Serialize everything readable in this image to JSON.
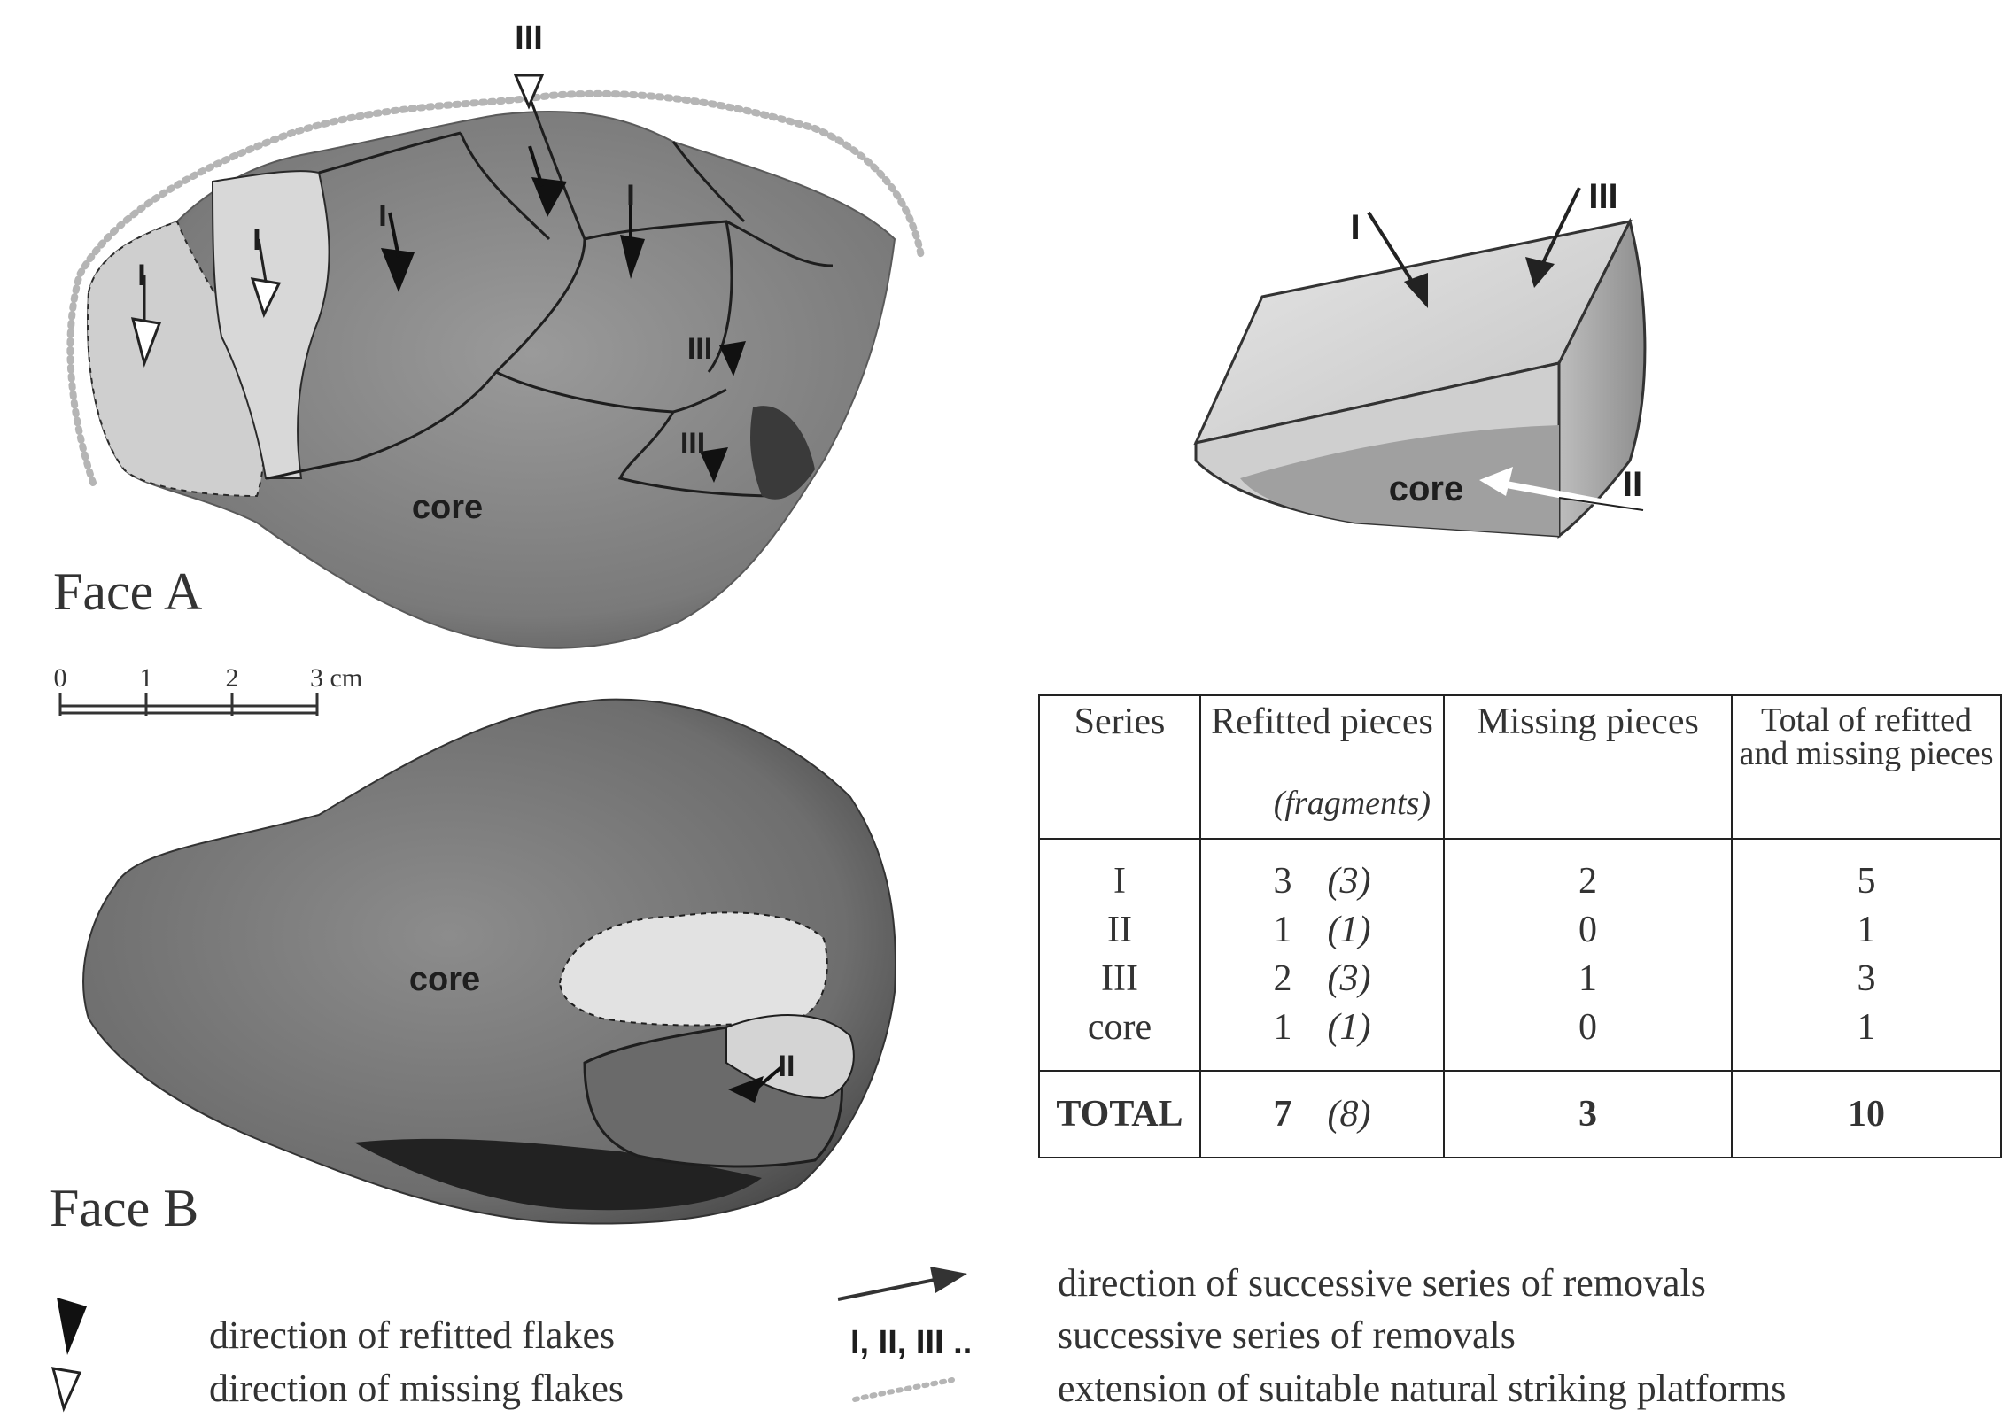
{
  "diagram": {
    "face_a": {
      "title": "Face A",
      "core_label": "core",
      "series_marks": [
        "I",
        "I",
        "I",
        "I",
        "III",
        "III",
        "III"
      ]
    },
    "face_b": {
      "title": "Face B",
      "core_label": "core",
      "series_marks": [
        "II"
      ]
    },
    "scale_bar": {
      "ticks": [
        "0",
        "1",
        "2",
        "3 cm"
      ]
    },
    "schema": {
      "core_label": "core",
      "series_marks": [
        "I",
        "III",
        "II"
      ]
    },
    "colors": {
      "stone_dark": "#3a3a3a",
      "stone_mid": "#8a8a8a",
      "stone_light": "#d6d6d6",
      "ink": "#1e1e1e"
    }
  },
  "table": {
    "headers": {
      "series": "Series",
      "refitted": "Refitted pieces",
      "fragments": "(fragments)",
      "missing": "Missing pieces",
      "total_line1": "Total of refitted",
      "total_line2": "and missing pieces"
    },
    "rows": [
      {
        "series": "I",
        "refitted": "3",
        "fragments": "(3)",
        "missing": "2",
        "total": "5"
      },
      {
        "series": "II",
        "refitted": "1",
        "fragments": "(1)",
        "missing": "0",
        "total": "1"
      },
      {
        "series": "III",
        "refitted": "2",
        "fragments": "(3)",
        "missing": "1",
        "total": "3"
      },
      {
        "series": "core",
        "refitted": "1",
        "fragments": "(1)",
        "missing": "0",
        "total": "1"
      }
    ],
    "total_row": {
      "label": "TOTAL",
      "refitted": "7",
      "fragments": "(8)",
      "missing": "3",
      "total": "10"
    }
  },
  "legend": {
    "refitted": "direction of refitted flakes",
    "missing": "direction of missing flakes",
    "series_symbol": "I, II, III ..",
    "arrow": "direction of successive series of removals",
    "series": "successive series of removals",
    "platform": "extension of suitable natural striking platforms"
  }
}
